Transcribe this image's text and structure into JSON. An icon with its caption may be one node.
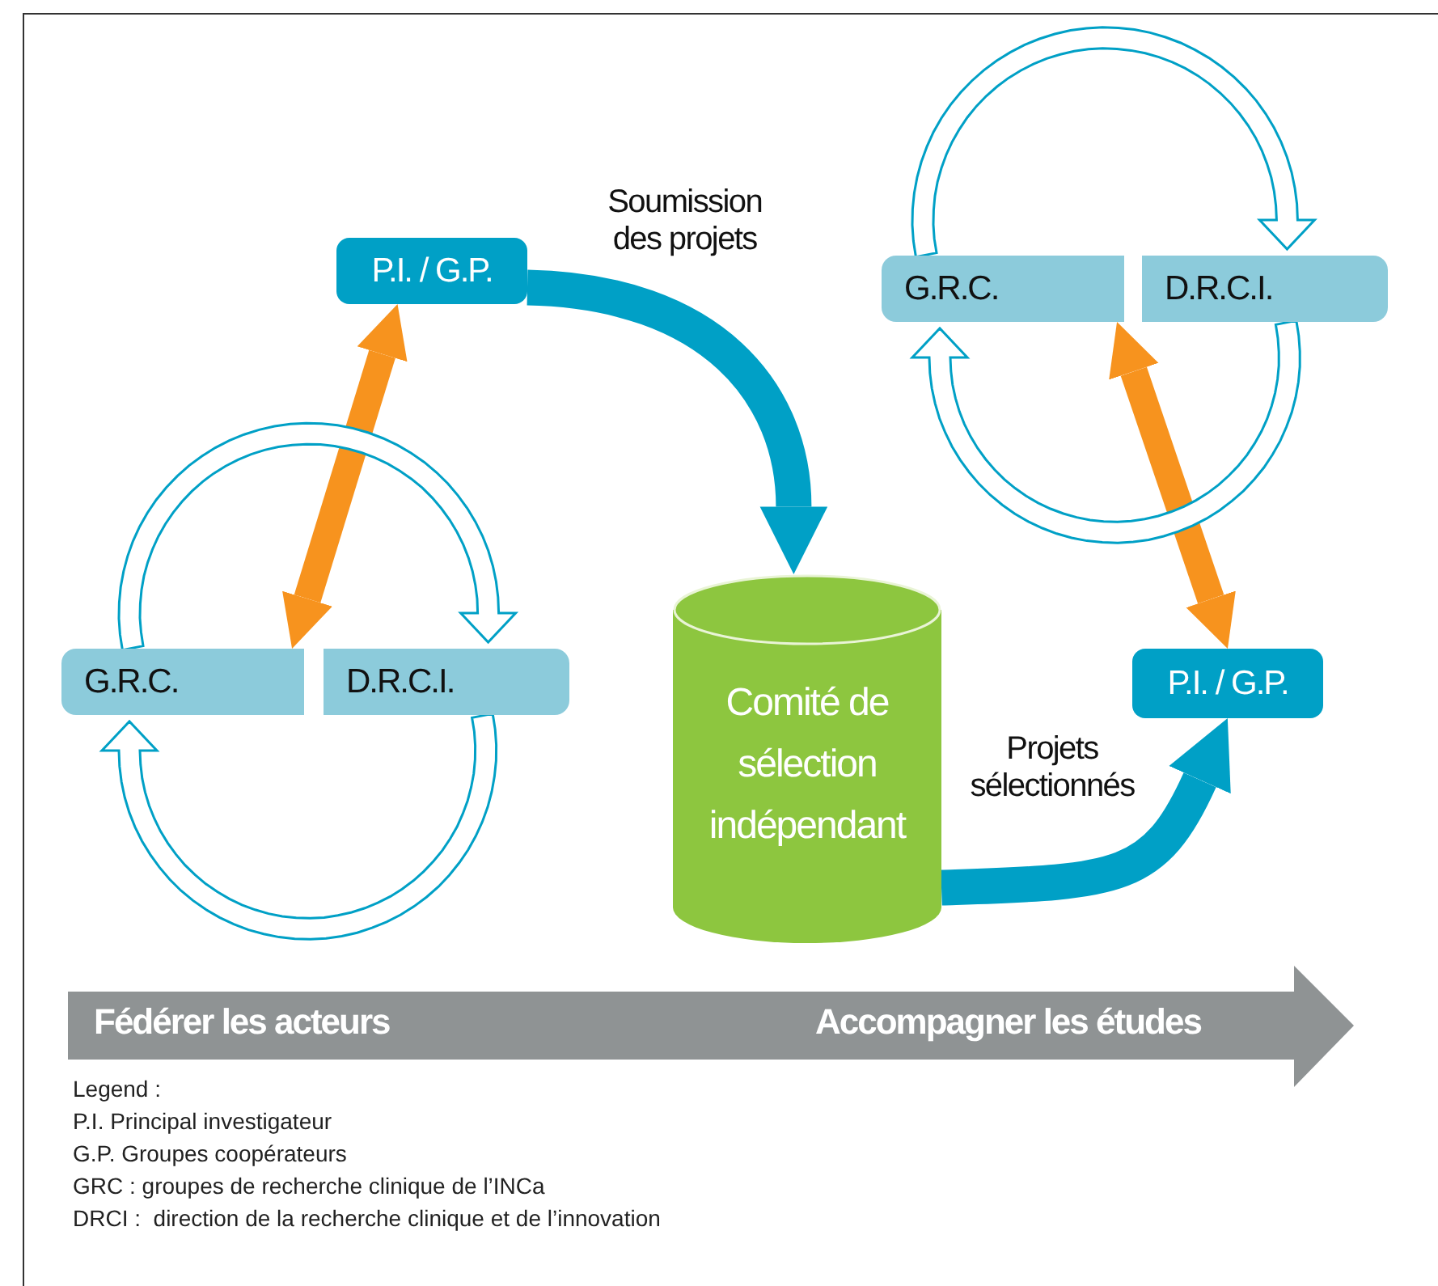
{
  "diagram": {
    "nodes": [
      {
        "text": [
          "P.I. / G.P."
        ]
      },
      {
        "text": [
          "G.R.C."
        ]
      },
      {
        "text": [
          "D.R.C.I."
        ]
      },
      {
        "text": [
          "Comité de sélection indépendant"
        ]
      },
      {
        "text": [
          "G.R.C."
        ]
      },
      {
        "text": [
          "D.R.C.I."
        ]
      },
      {
        "text": [
          "P.I. / G.P."
        ]
      }
    ],
    "edges": [
      {
        "from": 0,
        "to": 3,
        "label": "Soumission des projets",
        "arrow": "to"
      },
      {
        "from": 3,
        "to": 6,
        "label": "Projets sélectionnés",
        "arrow": "to"
      },
      {
        "from": 0,
        "to": 1,
        "arrow": "both",
        "color": "#f7931e"
      },
      {
        "from": 4,
        "to": 6,
        "arrow": "both",
        "color": "#f7931e"
      },
      {
        "from": 1,
        "to": 2,
        "arrow": "to"
      },
      {
        "from": 2,
        "to": 1,
        "arrow": "to"
      },
      {
        "from": 4,
        "to": 5,
        "arrow": "to"
      },
      {
        "from": 5,
        "to": 4,
        "arrow": "to"
      }
    ],
    "labels": [
      "Fédérer les acteurs",
      "Accompagner les études",
      "Legend :",
      "P.I. Principal investigateur",
      "G.P. Groupes coopérateurs",
      "GRC : groupes de recherche clinique de l’INCa",
      "DRCI :  direction de la recherche clinique et de l’innovation"
    ]
  }
}
